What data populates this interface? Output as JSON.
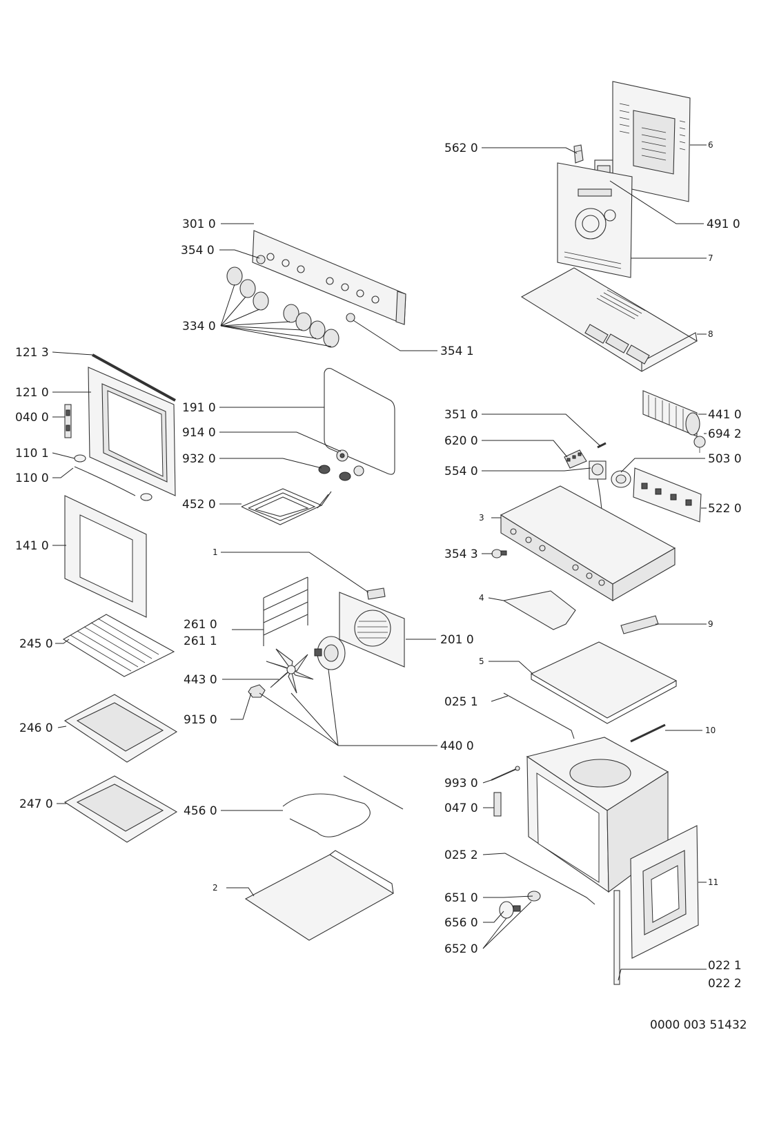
{
  "labels": {
    "l5620": "562 0",
    "l6": "6",
    "l4910": "491 0",
    "l7": "7",
    "l8": "8",
    "l3010": "301 0",
    "l3540": "354 0",
    "l3340": "334 0",
    "l3541": "354 1",
    "l1213": "121 3",
    "l1210": "121 0",
    "l0400": "040 0",
    "l1101": "110 1",
    "l1100": "110 0",
    "l1410": "141 0",
    "l1910": "191 0",
    "l9140": "914 0",
    "l9320": "932 0",
    "l4520": "452 0",
    "l4410": "441 0",
    "l6942": "694 2",
    "l3510": "351 0",
    "l6200": "620 0",
    "l5030": "503 0",
    "l5540": "554 0",
    "l5220": "522 0",
    "l3": "3",
    "l3543": "354 3",
    "l4": "4",
    "l9": "9",
    "l1": "1",
    "l2610": "261 0",
    "l2611": "261 1",
    "l2010": "201 0",
    "l2450": "245 0",
    "l4430": "443 0",
    "l9150": "915 0",
    "l4400": "440 0",
    "l5": "5",
    "l0251": "025 1",
    "l10": "10",
    "l2460": "246 0",
    "l9930": "993 0",
    "l0470": "047 0",
    "l2470": "247 0",
    "l4560": "456 0",
    "l0252": "025 2",
    "l11": "11",
    "l2": "2",
    "l6510": "651 0",
    "l6560": "656 0",
    "l6520": "652 0",
    "l0221": "022 1",
    "l0222": "022 2",
    "docnum": "0000 003 51432"
  }
}
